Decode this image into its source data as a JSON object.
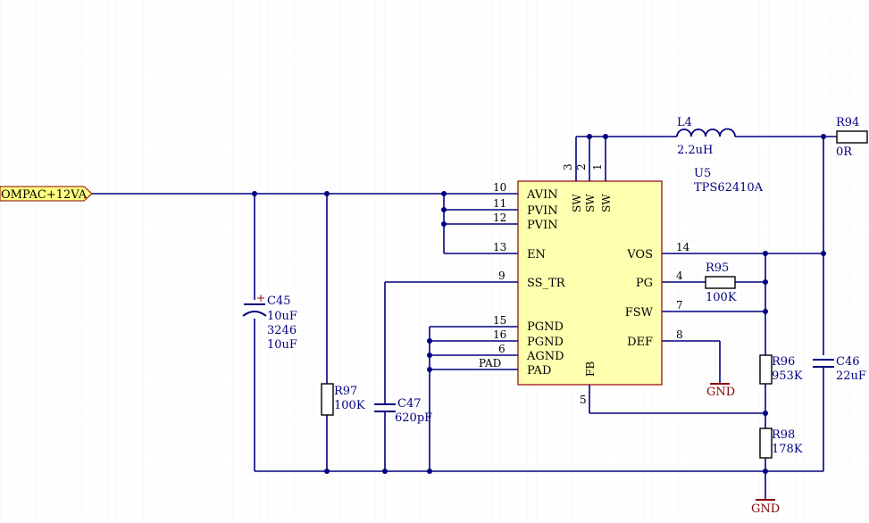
{
  "colors": {
    "wire": "#000080",
    "component": "#8b0000",
    "ic_fill": "#ffffb0",
    "port_fill": "#ffff80",
    "text": "#000080",
    "pin_text": "#000000",
    "gnd_text": "#8b0000",
    "grid": "#e8e8e8"
  },
  "net_port": {
    "label": "OMPAC+12VA"
  },
  "ic": {
    "designator": "U5",
    "part": "TPS62410A",
    "pins_left": [
      {
        "num": "10",
        "name": "AVIN"
      },
      {
        "num": "11",
        "name": "PVIN"
      },
      {
        "num": "12",
        "name": "PVIN"
      },
      {
        "num": "13",
        "name": "EN"
      },
      {
        "num": "9",
        "name": "SS_TR"
      },
      {
        "num": "15",
        "name": "PGND"
      },
      {
        "num": "16",
        "name": "PGND"
      },
      {
        "num": "6",
        "name": "AGND"
      },
      {
        "num": "PAD",
        "name": "PAD"
      }
    ],
    "pins_right": [
      {
        "num": "14",
        "name": "VOS"
      },
      {
        "num": "4",
        "name": "PG"
      },
      {
        "num": "7",
        "name": "FSW"
      },
      {
        "num": "8",
        "name": "DEF"
      }
    ],
    "pins_top": [
      {
        "num": "3",
        "name": "SW"
      },
      {
        "num": "2",
        "name": "SW"
      },
      {
        "num": "1",
        "name": "SW"
      }
    ],
    "pin_bottom": {
      "num": "5",
      "name": "FB"
    }
  },
  "components": {
    "L4": {
      "ref": "L4",
      "value": "2.2uH"
    },
    "R94": {
      "ref": "R94",
      "value": "0R"
    },
    "R95": {
      "ref": "R95",
      "value": "100K"
    },
    "R96": {
      "ref": "R96",
      "value": "953K"
    },
    "R98": {
      "ref": "R98",
      "value": "178K"
    },
    "R97": {
      "ref": "R97",
      "value": "100K"
    },
    "C45": {
      "ref": "C45",
      "value": "10uF",
      "package": "3246",
      "value2": "10uF",
      "polarity": "+"
    },
    "C46": {
      "ref": "C46",
      "value": "22uF"
    },
    "C47": {
      "ref": "C47",
      "value": "620pF"
    }
  },
  "gnd_labels": [
    "GND",
    "GND"
  ]
}
